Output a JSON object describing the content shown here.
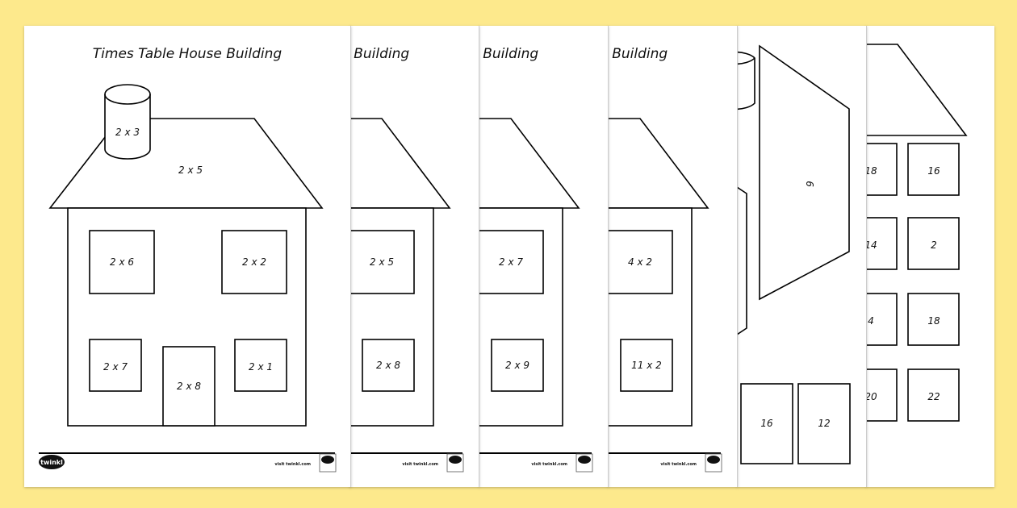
{
  "background_color": "#fde98c",
  "title": "Times Table House Building",
  "footer": {
    "logo": "twinkl",
    "link": "visit twinkl.com"
  },
  "pages": [
    {
      "chimney": "2 x 3",
      "roof": "2 x 5",
      "windows": [
        "2 x 6",
        "2 x 2",
        "2 x 7",
        "2 x 1"
      ],
      "door": "2 x 8"
    },
    {
      "windows": [
        "2 x 5",
        "2 x 8"
      ]
    },
    {
      "windows": [
        "2 x 7",
        "2 x 9"
      ]
    },
    {
      "windows": [
        "4 x 2",
        "11 x 2"
      ]
    }
  ],
  "cutout_page": {
    "roof": "6",
    "door_cards": [
      "16",
      "12"
    ]
  },
  "answer_page": {
    "cards": [
      "18",
      "16",
      "14",
      "2",
      "4",
      "18",
      "20",
      "22"
    ]
  }
}
